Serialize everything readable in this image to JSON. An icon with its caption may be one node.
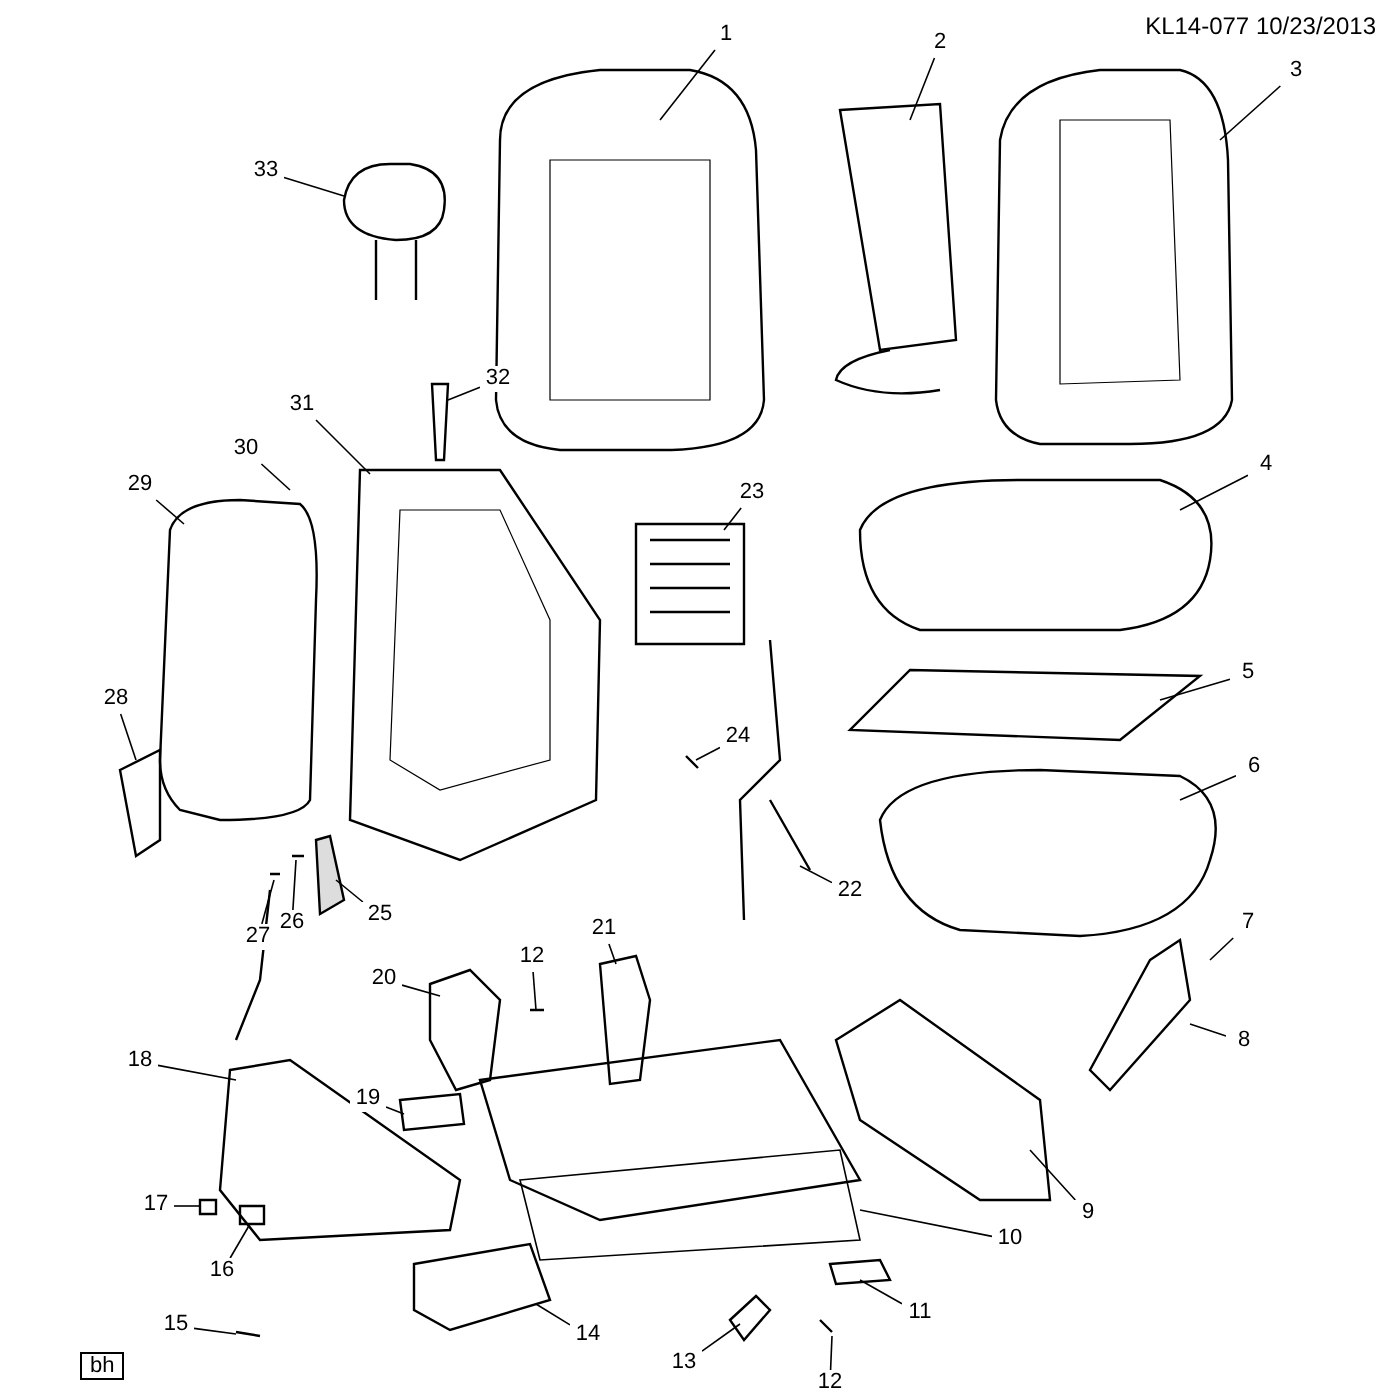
{
  "diagram": {
    "nodes": [
      {
        "text": [
          "1"
        ]
      },
      {
        "text": [
          "2"
        ]
      },
      {
        "text": [
          "3"
        ]
      },
      {
        "text": [
          "4"
        ]
      },
      {
        "text": [
          "5"
        ]
      },
      {
        "text": [
          "6"
        ]
      },
      {
        "text": [
          "7"
        ]
      },
      {
        "text": [
          "8"
        ]
      },
      {
        "text": [
          "9"
        ]
      },
      {
        "text": [
          "10"
        ]
      },
      {
        "text": [
          "11"
        ]
      },
      {
        "text": [
          "12"
        ]
      },
      {
        "text": [
          "12"
        ]
      },
      {
        "text": [
          "13"
        ]
      },
      {
        "text": [
          "14"
        ]
      },
      {
        "text": [
          "15"
        ]
      },
      {
        "text": [
          "16"
        ]
      },
      {
        "text": [
          "17"
        ]
      },
      {
        "text": [
          "18"
        ]
      },
      {
        "text": [
          "19"
        ]
      },
      {
        "text": [
          "20"
        ]
      },
      {
        "text": [
          "21"
        ]
      },
      {
        "text": [
          "22"
        ]
      },
      {
        "text": [
          "23"
        ]
      },
      {
        "text": [
          "24"
        ]
      },
      {
        "text": [
          "25"
        ]
      },
      {
        "text": [
          "26"
        ]
      },
      {
        "text": [
          "27"
        ]
      },
      {
        "text": [
          "28"
        ]
      },
      {
        "text": [
          "29"
        ]
      },
      {
        "text": [
          "30"
        ]
      },
      {
        "text": [
          "31"
        ]
      },
      {
        "text": [
          "32"
        ]
      },
      {
        "text": [
          "33"
        ]
      }
    ],
    "edges": [
      {
        "from": 0,
        "to": null,
        "arrow": "none"
      },
      {
        "from": 1,
        "to": null,
        "arrow": "none"
      },
      {
        "from": 2,
        "to": null,
        "arrow": "none"
      },
      {
        "from": 3,
        "to": null,
        "arrow": "none"
      },
      {
        "from": 4,
        "to": null,
        "arrow": "none"
      },
      {
        "from": 5,
        "to": null,
        "arrow": "none"
      },
      {
        "from": 6,
        "to": null,
        "arrow": "none"
      },
      {
        "from": 7,
        "to": null,
        "arrow": "none"
      },
      {
        "from": 8,
        "to": null,
        "arrow": "none"
      },
      {
        "from": 9,
        "to": null,
        "arrow": "none"
      },
      {
        "from": 10,
        "to": null,
        "arrow": "none"
      },
      {
        "from": 11,
        "to": null,
        "arrow": "none"
      },
      {
        "from": 12,
        "to": null,
        "arrow": "none"
      },
      {
        "from": 13,
        "to": null,
        "arrow": "none"
      },
      {
        "from": 14,
        "to": null,
        "arrow": "none"
      },
      {
        "from": 15,
        "to": null,
        "arrow": "none"
      },
      {
        "from": 16,
        "to": null,
        "arrow": "none"
      },
      {
        "from": 17,
        "to": null,
        "arrow": "none"
      },
      {
        "from": 18,
        "to": null,
        "arrow": "none"
      },
      {
        "from": 19,
        "to": null,
        "arrow": "none"
      },
      {
        "from": 20,
        "to": null,
        "arrow": "none"
      },
      {
        "from": 21,
        "to": null,
        "arrow": "none"
      },
      {
        "from": 22,
        "to": null,
        "arrow": "none"
      },
      {
        "from": 23,
        "to": null,
        "arrow": "none"
      },
      {
        "from": 24,
        "to": null,
        "arrow": "none"
      },
      {
        "from": 25,
        "to": null,
        "arrow": "none"
      },
      {
        "from": 26,
        "to": null,
        "arrow": "none"
      },
      {
        "from": 27,
        "to": null,
        "arrow": "none"
      },
      {
        "from": 28,
        "to": null,
        "arrow": "none"
      },
      {
        "from": 29,
        "to": null,
        "arrow": "none"
      },
      {
        "from": 30,
        "to": null,
        "arrow": "none"
      },
      {
        "from": 31,
        "to": null,
        "arrow": "none"
      },
      {
        "from": 32,
        "to": null,
        "arrow": "none"
      },
      {
        "from": 33,
        "to": null,
        "arrow": "none"
      }
    ],
    "labels": [
      "KL14-077 10/23/2013",
      "bh"
    ]
  }
}
